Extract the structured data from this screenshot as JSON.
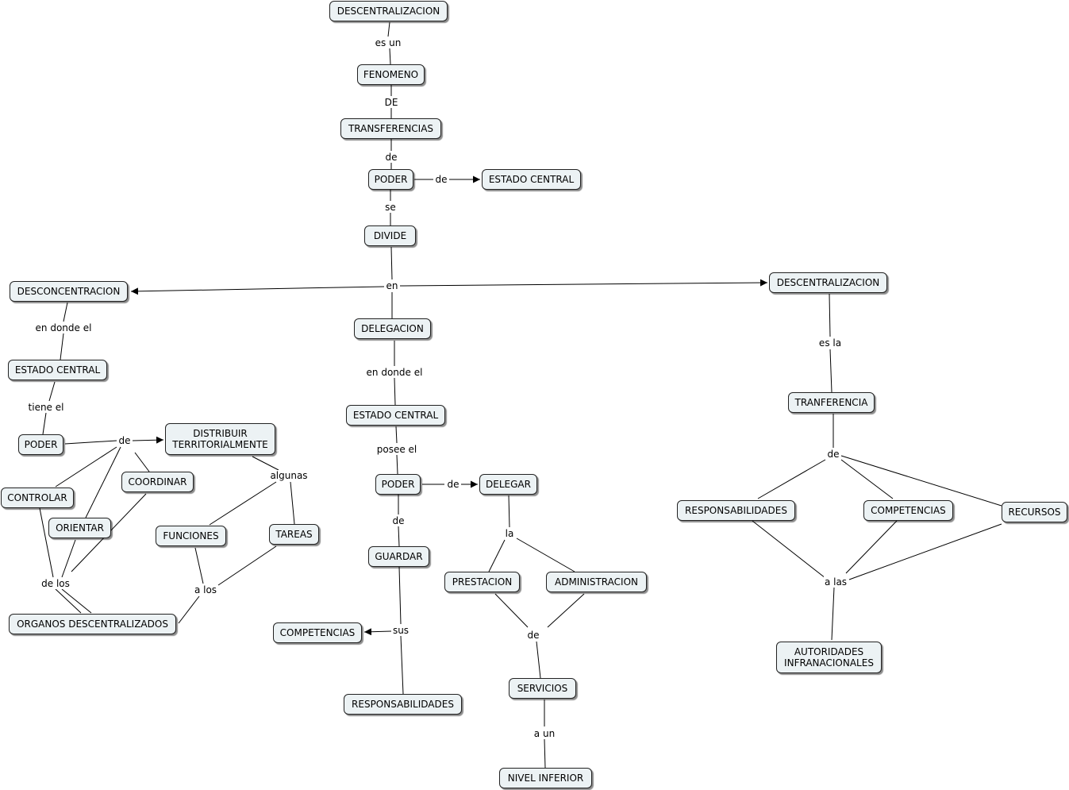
{
  "concepts": {
    "descentralizacion_top": "DESCENTRALIZACION",
    "fenomeno": "FENOMENO",
    "transferencias": "TRANSFERENCIAS",
    "poder_top": "PODER",
    "estado_central_top": "ESTADO CENTRAL",
    "divide": "DIVIDE",
    "desconcentracion": "DESCONCENTRACION",
    "delegacion": "DELEGACION",
    "descentralizacion_right": "DESCENTRALIZACION",
    "estado_central_left": "ESTADO CENTRAL",
    "poder_left": "PODER",
    "distribuir": "DISTRIBUIR\nTERRITORIALMENTE",
    "controlar": "CONTROLAR",
    "coordinar": "COORDINAR",
    "orientar": "ORIENTAR",
    "funciones": "FUNCIONES",
    "tareas": "TAREAS",
    "organos": "ORGANOS DESCENTRALIZADOS",
    "estado_central_mid": "ESTADO CENTRAL",
    "poder_mid": "PODER",
    "delegar": "DELEGAR",
    "guardar": "GUARDAR",
    "competencias_mid": "COMPETENCIAS",
    "responsabilidades_mid": "RESPONSABILIDADES",
    "prestacion": "PRESTACION",
    "administracion": "ADMINISTRACION",
    "servicios": "SERVICIOS",
    "nivel_inferior": "NIVEL INFERIOR",
    "tranferencia": "TRANFERENCIA",
    "responsabilidades_right": "RESPONSABILIDADES",
    "competencias_right": "COMPETENCIAS",
    "recursos": "RECURSOS",
    "autoridades": "AUTORIDADES\nINFRANACIONALES"
  },
  "phrases": {
    "es_un": "es un",
    "de_upper": "DE",
    "de_transf": "de",
    "de_estado": "de",
    "se": "se",
    "en": "en",
    "en_donde_el_left": "en donde el",
    "tiene_el": "tiene el",
    "de_poder_left": "de",
    "algunas": "algunas",
    "de_los": "de los",
    "a_los": "a los",
    "en_donde_el_mid": "en donde el",
    "posee_el": "posee el",
    "de_delegar": "de",
    "de_guardar": "de",
    "sus": "sus",
    "la": "la",
    "de_servicios": "de",
    "a_un": "a un",
    "es_la": "es la",
    "de_right": "de",
    "a_las": "a las"
  }
}
